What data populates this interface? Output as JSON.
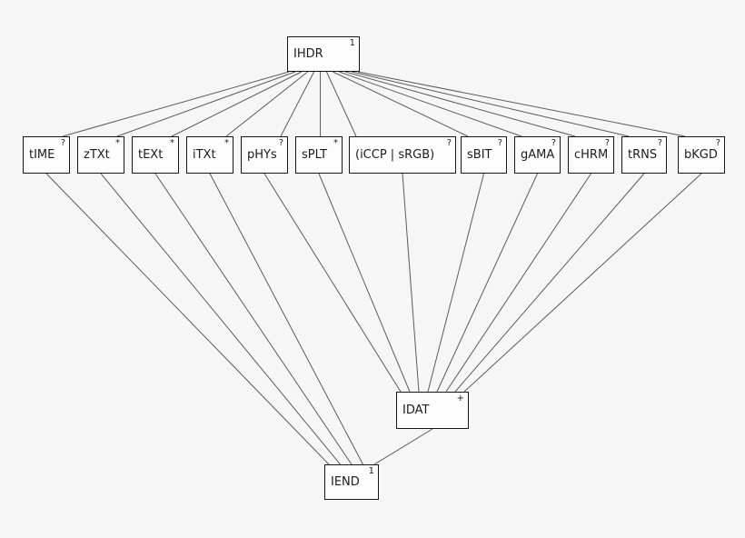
{
  "diagram": {
    "background_color": "#f6f6f6",
    "node_fill_color": "#fdfdfd",
    "node_border_color": "#161616",
    "edge_color": "#5b5b5b",
    "nodes": [
      {
        "id": "IHDR",
        "label": "IHDR",
        "sup": "1"
      },
      {
        "id": "tIME",
        "label": "tIME",
        "sup": "?"
      },
      {
        "id": "zTXt",
        "label": "zTXt",
        "sup": "*"
      },
      {
        "id": "tEXt",
        "label": "tEXt",
        "sup": "*"
      },
      {
        "id": "iTXt",
        "label": "iTXt",
        "sup": "*"
      },
      {
        "id": "pHYs",
        "label": "pHYs",
        "sup": "?"
      },
      {
        "id": "sPLT",
        "label": "sPLT",
        "sup": "*"
      },
      {
        "id": "iCCP_sRGB",
        "label": "(iCCP | sRGB)",
        "sup": "?"
      },
      {
        "id": "sBIT",
        "label": "sBIT",
        "sup": "?"
      },
      {
        "id": "gAMA",
        "label": "gAMA",
        "sup": "?"
      },
      {
        "id": "cHRM",
        "label": "cHRM",
        "sup": "?"
      },
      {
        "id": "tRNS",
        "label": "tRNS",
        "sup": "?"
      },
      {
        "id": "bKGD",
        "label": "bKGD",
        "sup": "?"
      },
      {
        "id": "IDAT",
        "label": "IDAT",
        "sup": "+"
      },
      {
        "id": "IEND",
        "label": "IEND",
        "sup": "1"
      }
    ],
    "edges": [
      [
        "IHDR",
        "tIME"
      ],
      [
        "IHDR",
        "zTXt"
      ],
      [
        "IHDR",
        "tEXt"
      ],
      [
        "IHDR",
        "iTXt"
      ],
      [
        "IHDR",
        "pHYs"
      ],
      [
        "IHDR",
        "sPLT"
      ],
      [
        "IHDR",
        "iCCP_sRGB"
      ],
      [
        "IHDR",
        "sBIT"
      ],
      [
        "IHDR",
        "gAMA"
      ],
      [
        "IHDR",
        "cHRM"
      ],
      [
        "IHDR",
        "tRNS"
      ],
      [
        "IHDR",
        "bKGD"
      ],
      [
        "tIME",
        "IEND"
      ],
      [
        "zTXt",
        "IEND"
      ],
      [
        "tEXt",
        "IEND"
      ],
      [
        "iTXt",
        "IEND"
      ],
      [
        "pHYs",
        "IDAT"
      ],
      [
        "sPLT",
        "IDAT"
      ],
      [
        "iCCP_sRGB",
        "IDAT"
      ],
      [
        "sBIT",
        "IDAT"
      ],
      [
        "gAMA",
        "IDAT"
      ],
      [
        "cHRM",
        "IDAT"
      ],
      [
        "tRNS",
        "IDAT"
      ],
      [
        "bKGD",
        "IDAT"
      ],
      [
        "IDAT",
        "IEND"
      ]
    ]
  }
}
